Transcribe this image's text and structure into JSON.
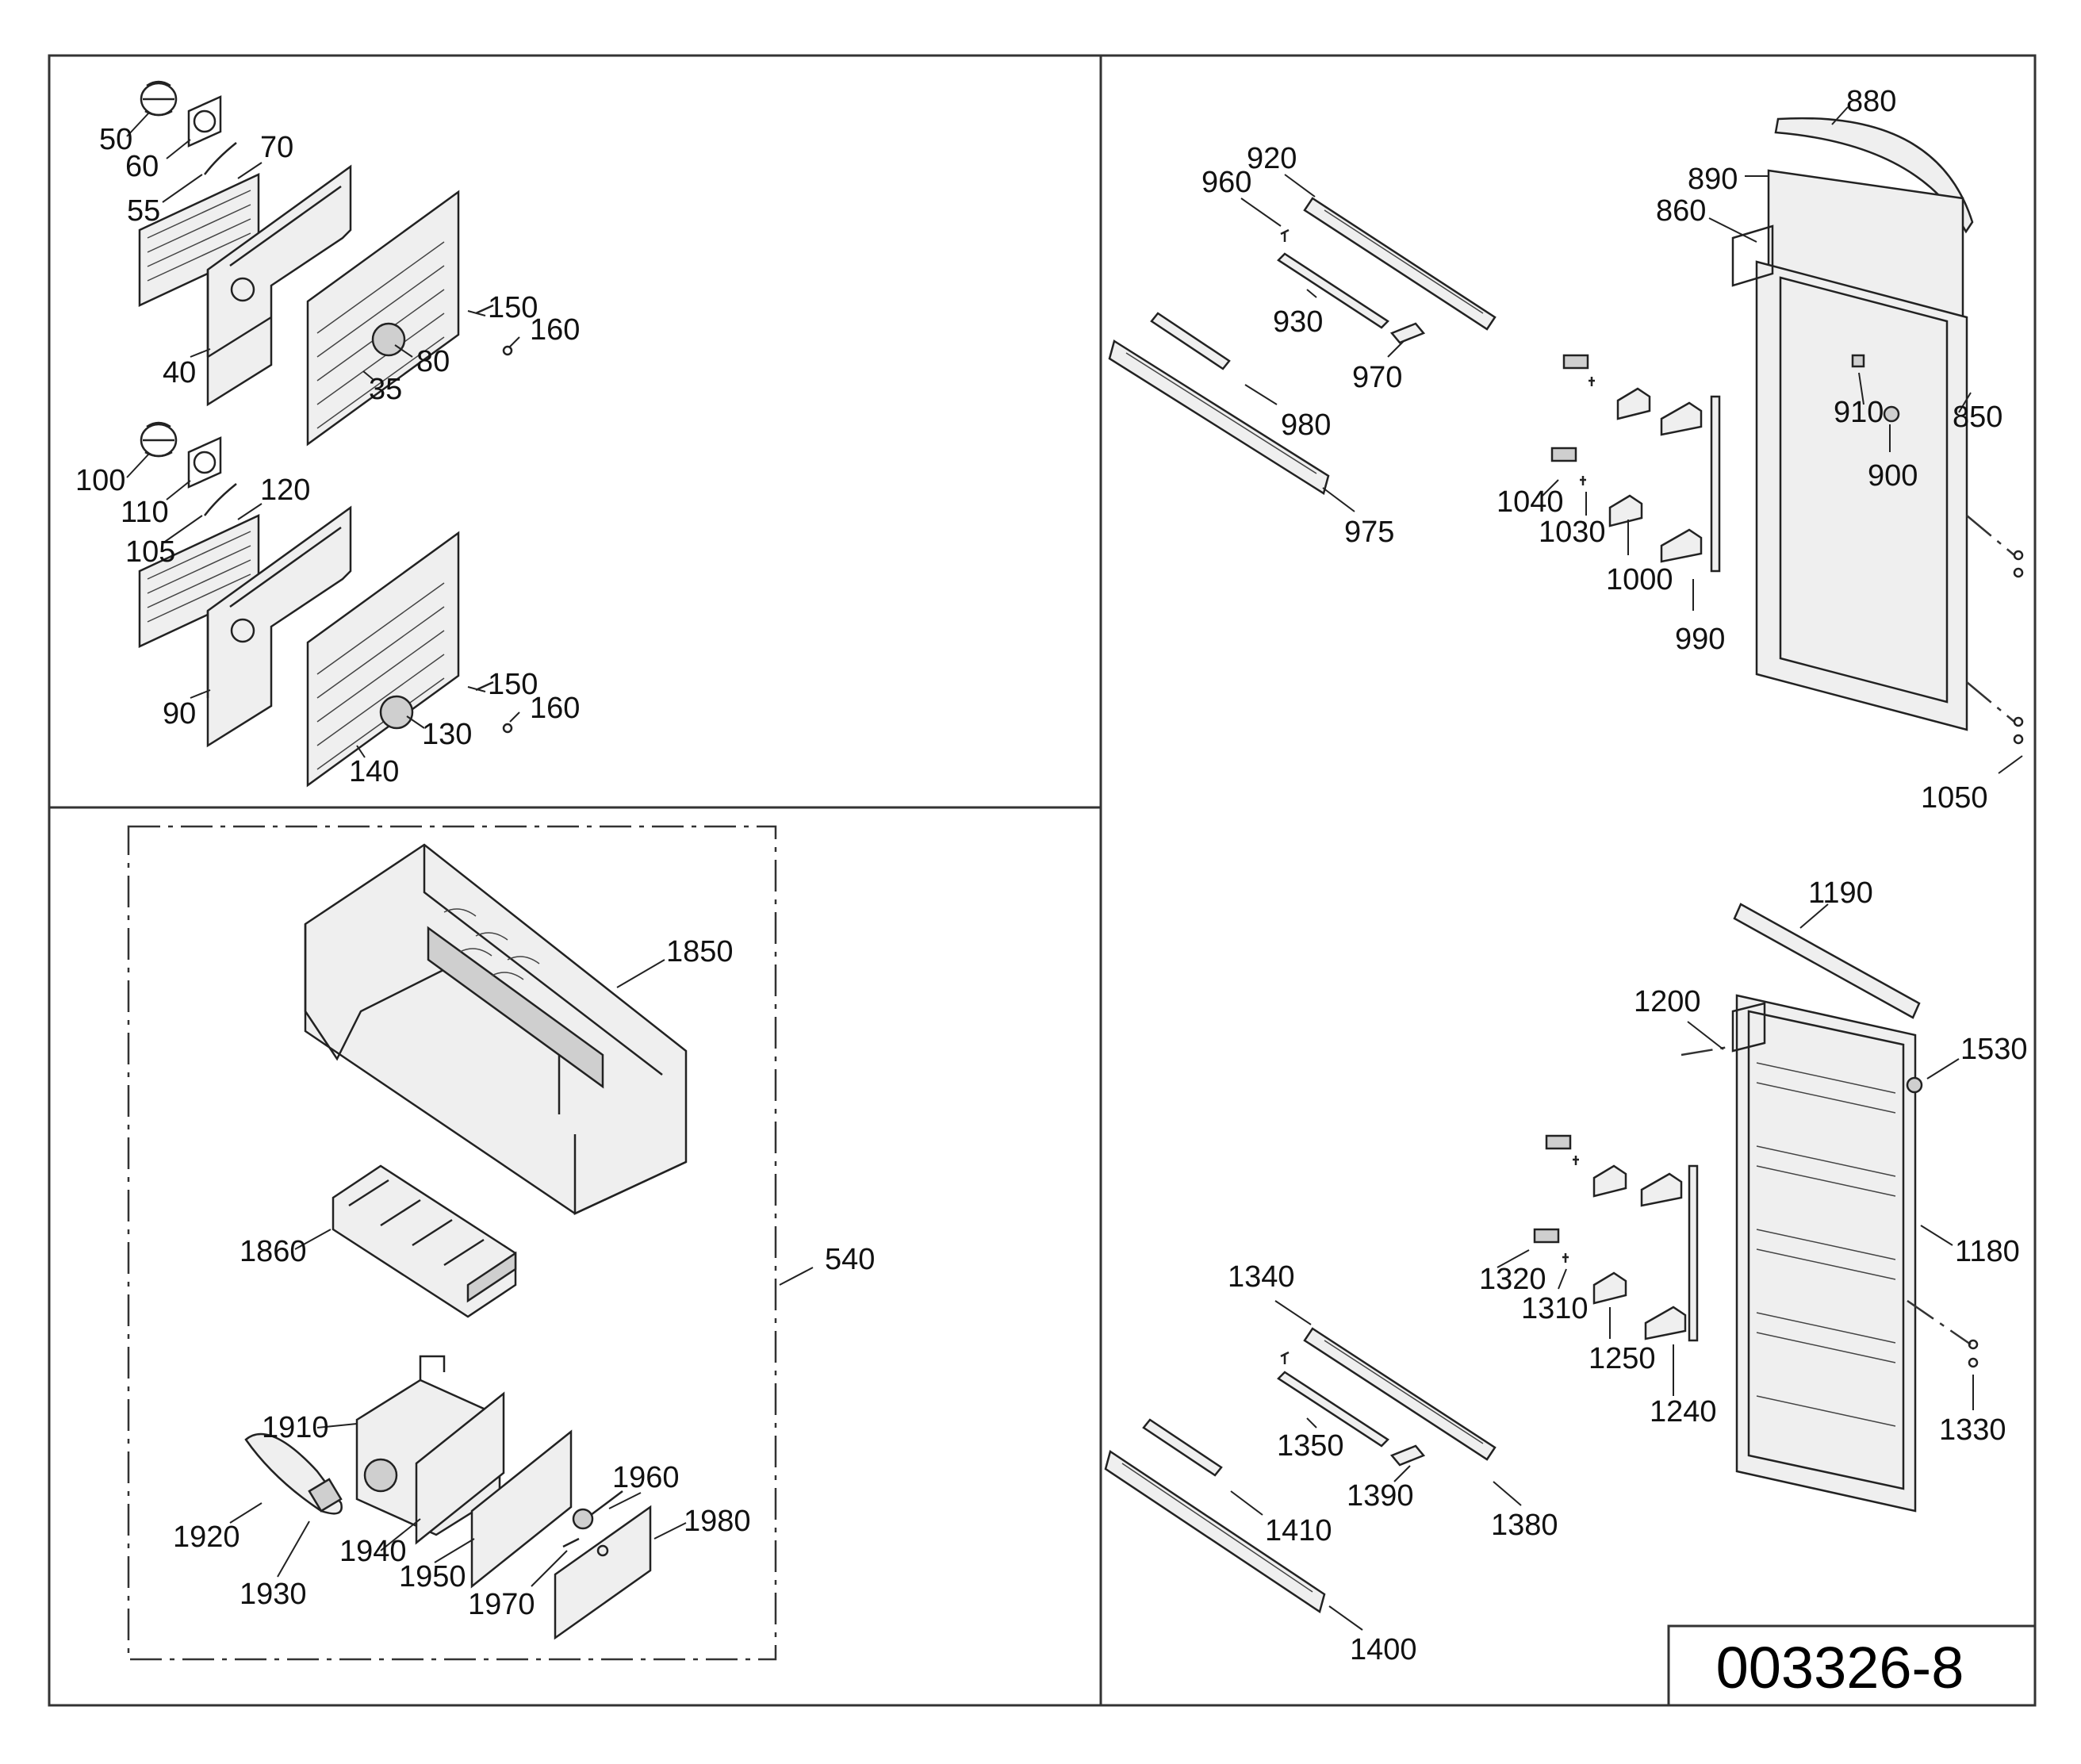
{
  "drawing_number": "003326-8",
  "panels": {
    "evaporator_covers": {
      "upper_labels": [
        "50",
        "60",
        "55",
        "70",
        "40",
        "150",
        "160",
        "80",
        "35"
      ],
      "lower_labels": [
        "100",
        "110",
        "105",
        "120",
        "90",
        "150",
        "160",
        "130",
        "140"
      ]
    },
    "ice_bank_assembly": {
      "labels": [
        "1850",
        "1860",
        "540",
        "1910",
        "1920",
        "1930",
        "1940",
        "1950",
        "1960",
        "1970",
        "1980"
      ]
    },
    "freezer_door": {
      "labels": [
        "880",
        "890",
        "860",
        "850",
        "910",
        "900",
        "920",
        "960",
        "930",
        "970",
        "980",
        "975",
        "1040",
        "1030",
        "1000",
        "990",
        "1050"
      ]
    },
    "fridge_door": {
      "labels": [
        "1190",
        "1200",
        "1530",
        "1180",
        "1340",
        "1320",
        "1310",
        "1250",
        "1240",
        "1330",
        "1350",
        "1390",
        "1380",
        "1410",
        "1400"
      ]
    }
  }
}
